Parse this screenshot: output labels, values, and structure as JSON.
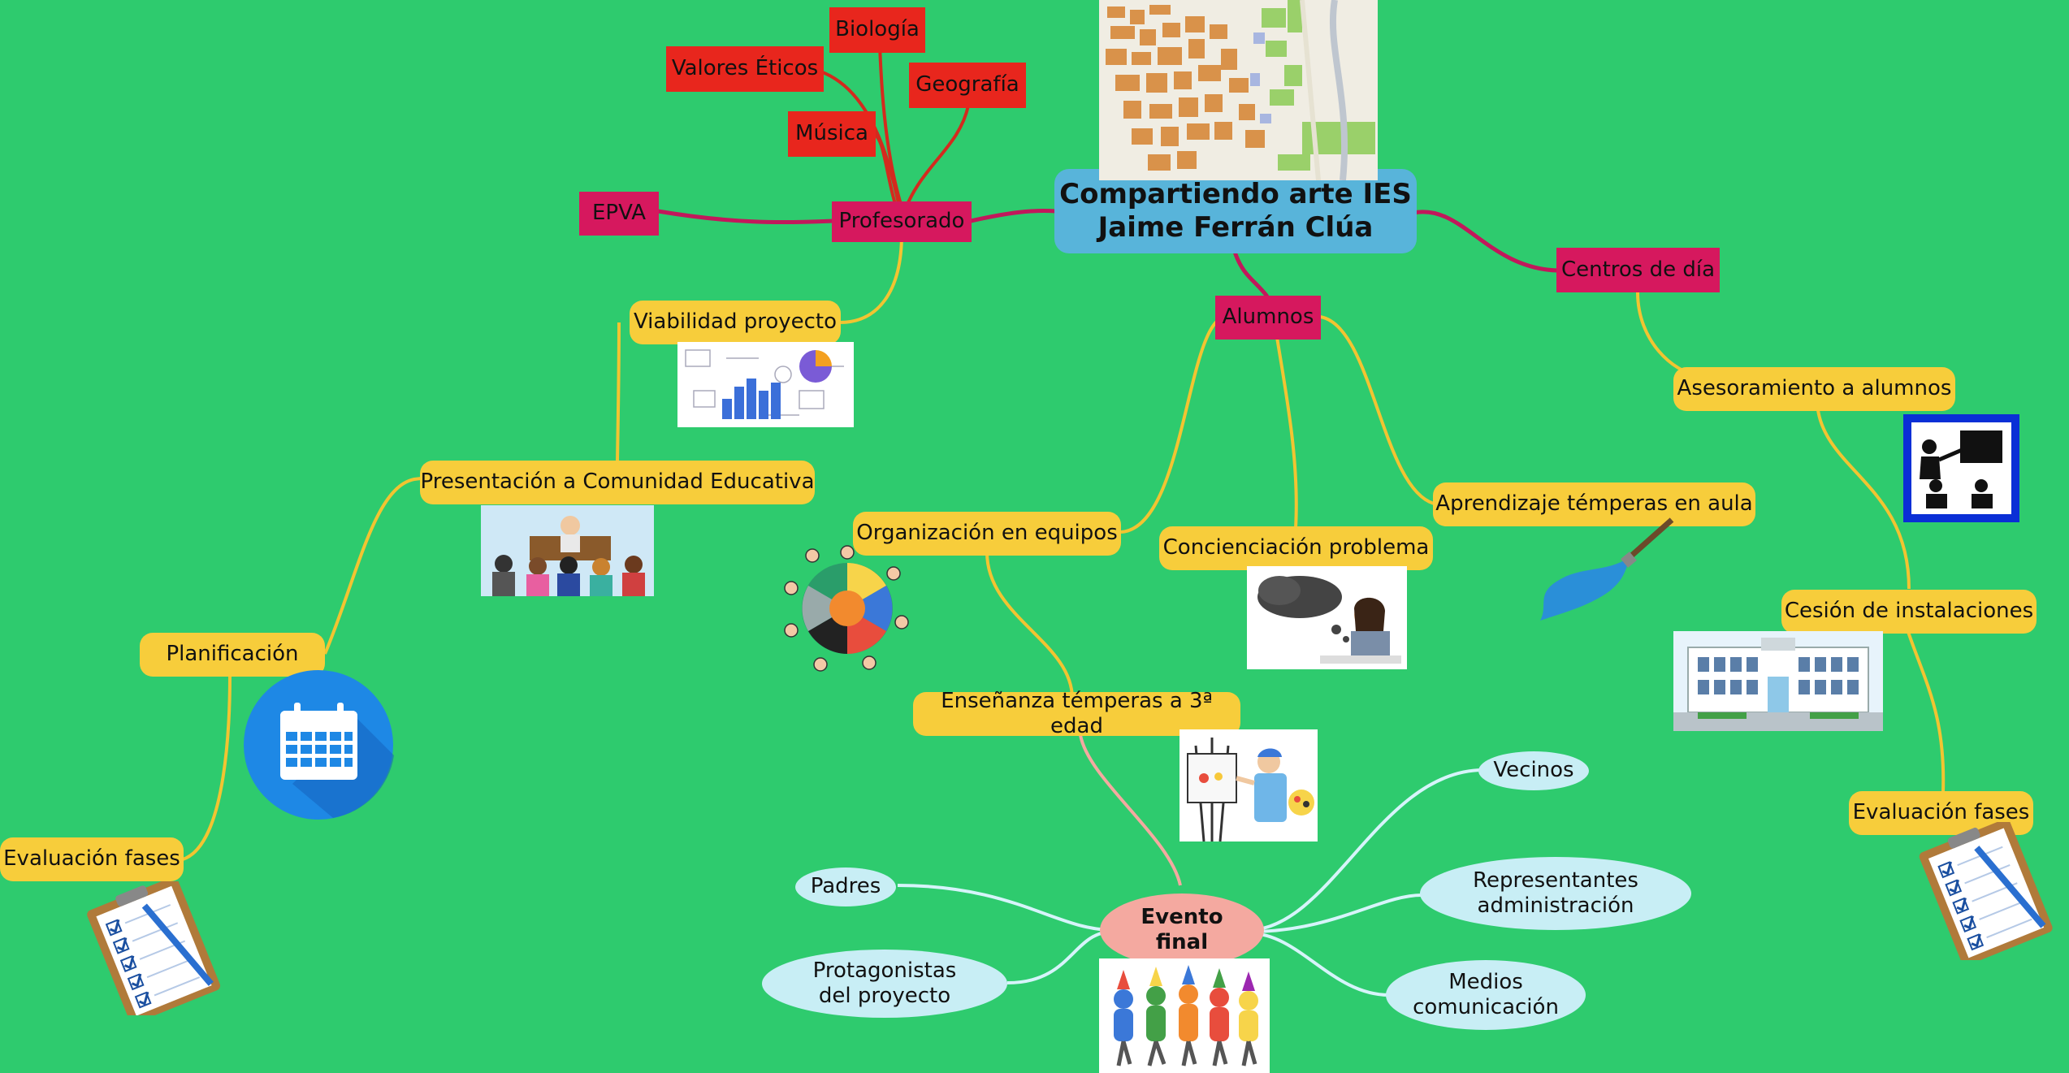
{
  "central": {
    "line1": "Compartiendo arte IES",
    "line2": "Jaime Ferrán Clúa"
  },
  "profesorado": {
    "label": "Profesorado",
    "subjects": [
      "Biología",
      "Valores Éticos",
      "Geografía",
      "Música",
      "EPVA"
    ]
  },
  "alumnos": {
    "label": "Alumnos"
  },
  "centros": {
    "label": "Centros de día"
  },
  "viabilidad": "Viabilidad proyecto",
  "presentacion": "Presentación a Comunidad Educativa",
  "planificacion": "Planificación",
  "evaluacion_left": "Evaluación fases",
  "organizacion": "Organización en equipos",
  "concienciacion": "Concienciación problema",
  "aprendizaje": "Aprendizaje témperas en aula",
  "ensenanza": "Enseñanza témperas a 3ª edad",
  "asesoramiento": "Asesoramiento a alumnos",
  "cesion": "Cesión de instalaciones",
  "evaluacion_right": "Evaluación fases",
  "evento": {
    "line1": "Evento",
    "line2": "final"
  },
  "evento_children": {
    "padres": "Padres",
    "protagonistas": {
      "line1": "Protagonistas",
      "line2": "del proyecto"
    },
    "vecinos": "Vecinos",
    "representantes": {
      "line1": "Representantes",
      "line2": "administración"
    },
    "medios": {
      "line1": "Medios",
      "line2": "comunicación"
    }
  },
  "colors": {
    "background": "#2ecb6e",
    "central": "#58b4da",
    "subject_red": "#e8261d",
    "branch_magenta": "#d6185e",
    "topic_yellow": "#f7cd3b",
    "event_pink": "#f4a9a0",
    "leaf_lightblue": "#c8eef5"
  },
  "icons": [
    "city-map-image",
    "business-chart-image",
    "audience-meeting-image",
    "calendar-icon",
    "checklist-clipboard-icon",
    "team-circle-image",
    "thinking-student-image",
    "paintbrush-icon",
    "painter-artist-image",
    "teacher-classroom-icon",
    "school-building-image",
    "celebration-people-image"
  ]
}
